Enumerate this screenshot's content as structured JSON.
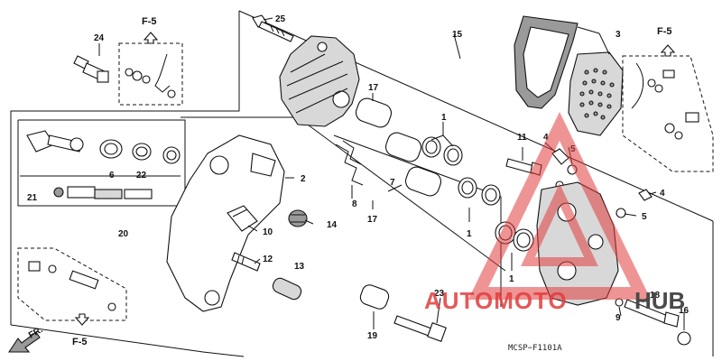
{
  "diagram": {
    "code": "MCSP−F1101A",
    "fref": [
      "F-5",
      "F-5",
      "F-5"
    ],
    "callouts": [
      "1",
      "1",
      "1",
      "2",
      "3",
      "4",
      "4",
      "5",
      "5",
      "6",
      "7",
      "8",
      "9",
      "10",
      "11",
      "12",
      "13",
      "14",
      "15",
      "16",
      "17",
      "17",
      "18",
      "19",
      "20",
      "21",
      "22",
      "23",
      "24",
      "25"
    ],
    "fr_label": "FR."
  },
  "watermark": {
    "text_red": "AUTOMOTO",
    "text_dark": "HUB",
    "color": "#e23c3c"
  }
}
